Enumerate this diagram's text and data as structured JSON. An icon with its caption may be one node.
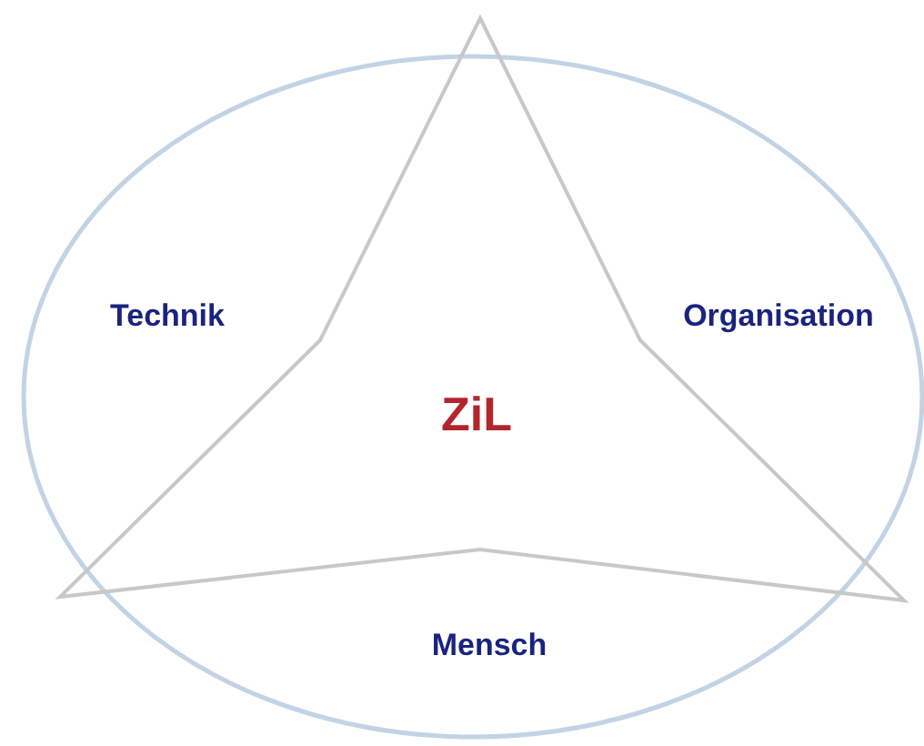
{
  "diagram": {
    "labels": [
      "Technik",
      "Organisation",
      "ZiL",
      "Mensch"
    ]
  }
}
